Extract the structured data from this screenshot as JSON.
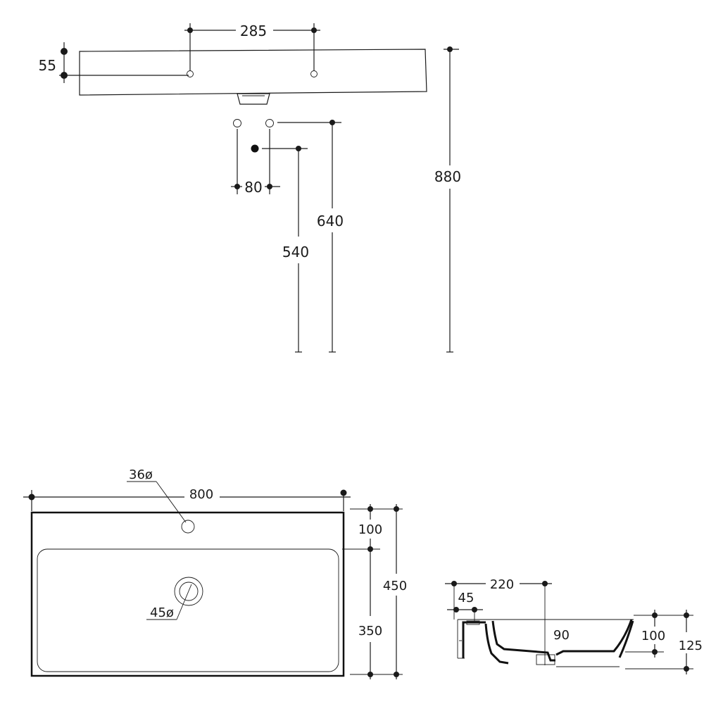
{
  "elevation": {
    "dim_tap_spacing": "285",
    "dim_tap_height": "55",
    "dim_supply_spacing": "80",
    "dim_total_height": "880",
    "dim_supply_height": "640",
    "dim_waste_height": "540"
  },
  "plan": {
    "dim_tap_hole": "36ø",
    "dim_width": "800",
    "dim_waste": "45ø",
    "dim_back_margin": "100",
    "dim_depth": "450",
    "dim_bowl_depth": "350"
  },
  "section": {
    "dim_width": "220",
    "dim_edge": "45",
    "dim_inner": "90",
    "dim_bowl_height": "100",
    "dim_total_height": "125"
  },
  "colors": {
    "ink": "#1a1a1a",
    "background": "#ffffff"
  }
}
